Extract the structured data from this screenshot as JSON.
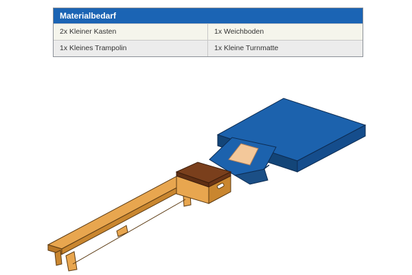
{
  "material_table": {
    "title": "Materialbedarf",
    "rows": [
      {
        "left": "2x Kleiner Kasten",
        "right": "1x Weichboden"
      },
      {
        "left": "1x Kleines Trampolin",
        "right": "1x Kleine Turnmatte"
      }
    ]
  },
  "illustration": {
    "objects": [
      "gymnastics-bench",
      "vaulting-box",
      "mini-trampoline",
      "soft-mat"
    ],
    "colors": {
      "header_blue": "#1b64b4",
      "mat_blue_top": "#1c62ad",
      "mat_blue_side": "#154d8c",
      "wood_light": "#e8a64f",
      "wood_dark": "#b97726",
      "box_top": "#7a3f1c",
      "trampoline_pad": "#f3c89a"
    }
  }
}
